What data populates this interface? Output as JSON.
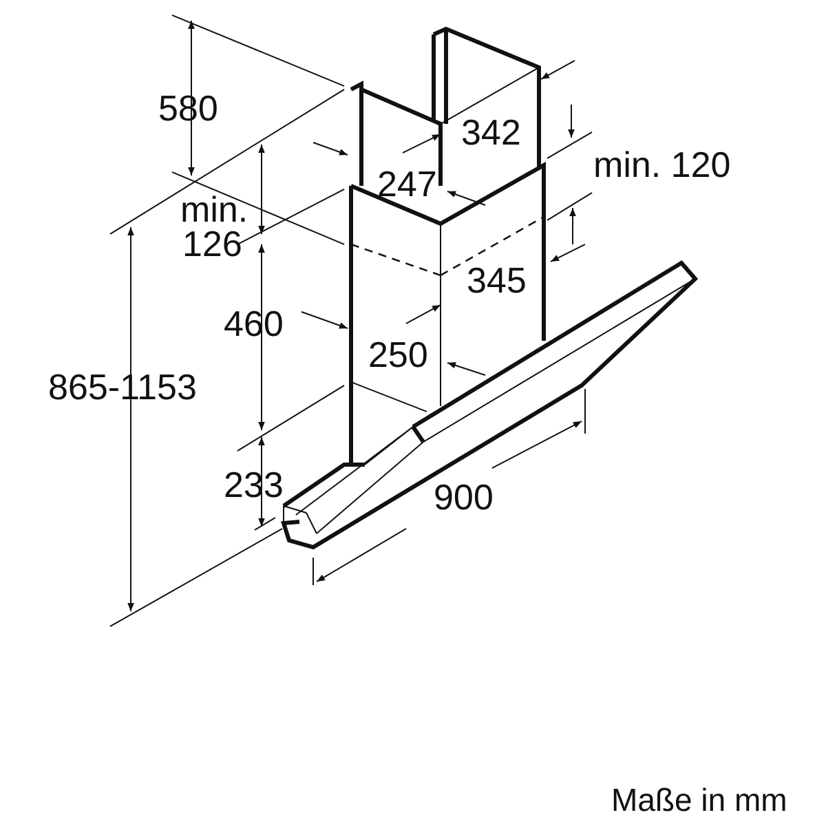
{
  "dimensions": {
    "chimney_upper_height": "580",
    "chimney_upper_depth": "342",
    "chimney_upper_width": "247",
    "ceiling_clearance_label": "min. 120",
    "side_clearance_label_line1": "min.",
    "side_clearance_label_line2": "126",
    "chimney_lower_depth": "345",
    "chimney_lower_height": "460",
    "chimney_lower_width": "250",
    "canopy_height": "233",
    "overall_height": "865-1153",
    "hood_width": "900"
  },
  "units_note": "Maße in mm"
}
